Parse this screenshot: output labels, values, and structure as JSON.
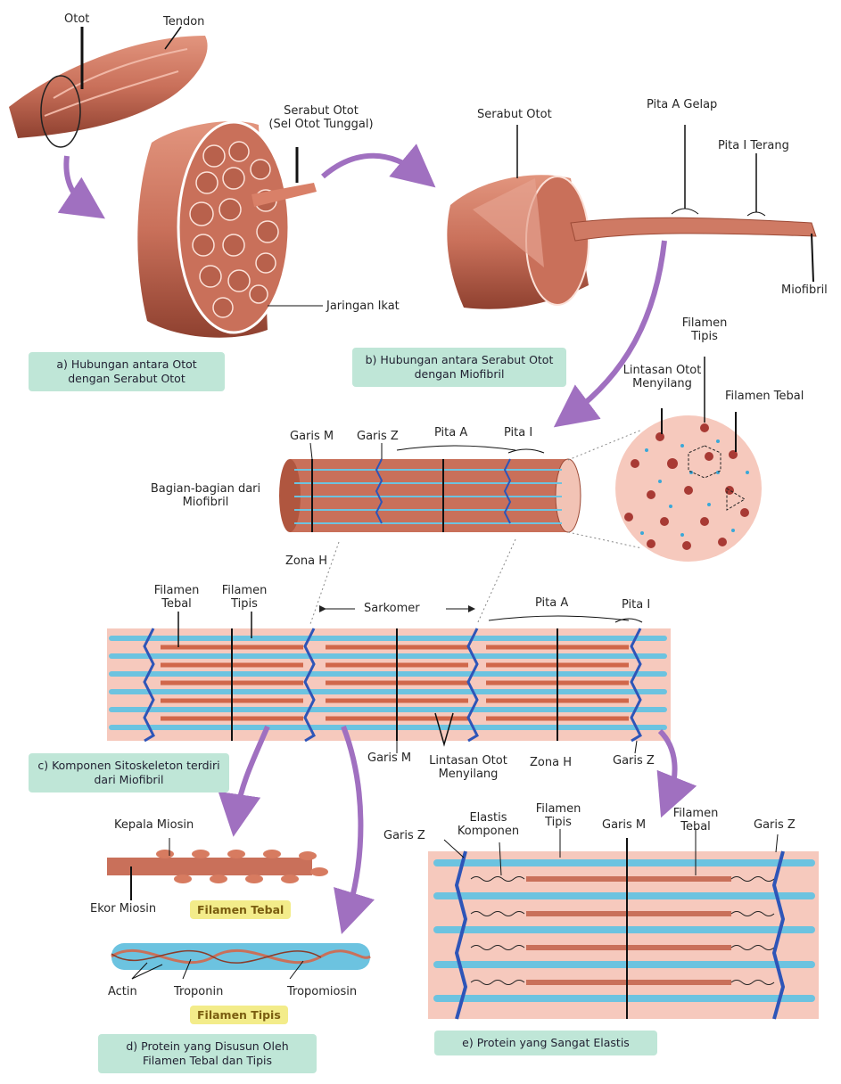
{
  "labels": {
    "otot": "Otot",
    "tendon": "Tendon",
    "serabut_otot_1": "Serabut Otot",
    "serabut_otot_1b": "(Sel Otot Tunggal)",
    "jaringan_ikat": "Jaringan Ikat",
    "serabut_otot_2": "Serabut Otot",
    "pita_a_gelap": "Pita A Gelap",
    "pita_i_terang": "Pita I Terang",
    "miofibril": "Miofibril",
    "filamen_tipis_top": "Filamen Tipis",
    "lintasan_otot": "Lintasan Otot Menyilang",
    "filamen_tebal_top": "Filamen Tebal",
    "garis_m_1": "Garis M",
    "garis_z_1": "Garis Z",
    "pita_a_1": "Pita A",
    "pita_i_1": "Pita I",
    "bagian_miofibril": "Bagian-bagian dari Miofibril",
    "zona_h_1": "Zona H",
    "filamen_tebal_2": "Filamen Tebal",
    "filamen_tipis_2": "Filamen Tipis",
    "sarkomer": "Sarkomer",
    "pita_a_2": "Pita A",
    "pita_i_2": "Pita I",
    "garis_m_2": "Garis M",
    "lintasan_otot_2": "Lintasan Otot Menyilang",
    "zona_h_2": "Zona H",
    "garis_z_2": "Garis Z",
    "kepala_miosin": "Kepala Miosin",
    "ekor_miosin": "Ekor Miosin",
    "actin": "Actin",
    "troponin": "Troponin",
    "tropomiosin": "Tropomiosin",
    "garis_z_3": "Garis Z",
    "elastis_komponen": "Elastis Komponen",
    "filamen_tipis_3": "Filamen Tipis",
    "garis_m_3": "Garis M",
    "filamen_tebal_3": "Filamen Tebal",
    "garis_z_4": "Garis Z"
  },
  "captions": {
    "a": "a) Hubungan antara Otot dengan Serabut Otot",
    "b": "b) Hubungan antara Serabut Otot dengan Miofibril",
    "c": "c) Komponen Sitoskeleton terdiri dari Miofibril",
    "d": "d) Protein yang Disusun Oleh Filamen Tebal dan Tipis",
    "e": "e) Protein yang Sangat Elastis"
  },
  "tags": {
    "filamen_tebal": "Filamen Tebal",
    "filamen_tipis": "Filamen Tipis"
  },
  "colors": {
    "muscle": "#c9705a",
    "muscle_dark": "#9c4a36",
    "pink_bg": "#f6c9bd",
    "thin_filament": "#6cc3e0",
    "z_line": "#2e55b8",
    "arrow": "#a070c0",
    "caption_bg": "#bfe6d7",
    "tag_bg": "#f3ec8a"
  }
}
